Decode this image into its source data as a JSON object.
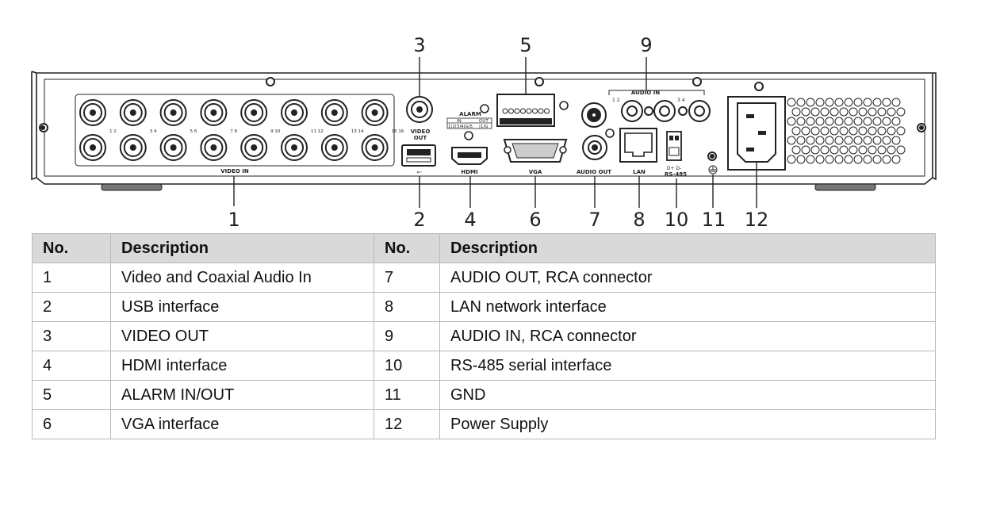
{
  "diagram": {
    "panel_labels": {
      "video_in": "VIDEO IN",
      "video_out_1": "VIDEO",
      "video_out_2": "OUT",
      "alarm": "ALARM",
      "alarm_in": "IN",
      "alarm_out": "OUT",
      "alarm_in_nums": "1|2|3|4|G|5",
      "alarm_out_nums": "|1|G",
      "audio_in": "AUDIO IN",
      "audio_in_12": "1 2",
      "audio_in_34": "3 4",
      "hdmi": "HDMI",
      "vga": "VGA",
      "audio_out": "AUDIO OUT",
      "lan": "LAN",
      "rs485": "RS-485",
      "rs485_pins": "D+ D-",
      "bnc_pairs": [
        "1 2",
        "3 4",
        "5 6",
        "7 8",
        "9 10",
        "11 12",
        "13 14",
        "15 16"
      ]
    },
    "callouts": {
      "c1": "1",
      "c2": "2",
      "c3": "3",
      "c4": "4",
      "c5": "5",
      "c6": "6",
      "c7": "7",
      "c8": "8",
      "c9": "9",
      "c10": "10",
      "c11": "11",
      "c12": "12"
    }
  },
  "table": {
    "headers": {
      "no_left": "No.",
      "desc_left": "Description",
      "no_right": "No.",
      "desc_right": "Description"
    },
    "rows": [
      {
        "no_left": "1",
        "desc_left": "Video and Coaxial Audio In",
        "no_right": "7",
        "desc_right": "AUDIO OUT, RCA connector"
      },
      {
        "no_left": "2",
        "desc_left": "USB interface",
        "no_right": "8",
        "desc_right": "LAN network interface"
      },
      {
        "no_left": "3",
        "desc_left": "VIDEO OUT",
        "no_right": "9",
        "desc_right": "AUDIO IN, RCA connector"
      },
      {
        "no_left": "4",
        "desc_left": "HDMI interface",
        "no_right": "10",
        "desc_right": "RS-485 serial interface"
      },
      {
        "no_left": "5",
        "desc_left": "ALARM IN/OUT",
        "no_right": "11",
        "desc_right": "GND"
      },
      {
        "no_left": "6",
        "desc_left": "VGA interface",
        "no_right": "12",
        "desc_right": "Power Supply"
      }
    ]
  }
}
